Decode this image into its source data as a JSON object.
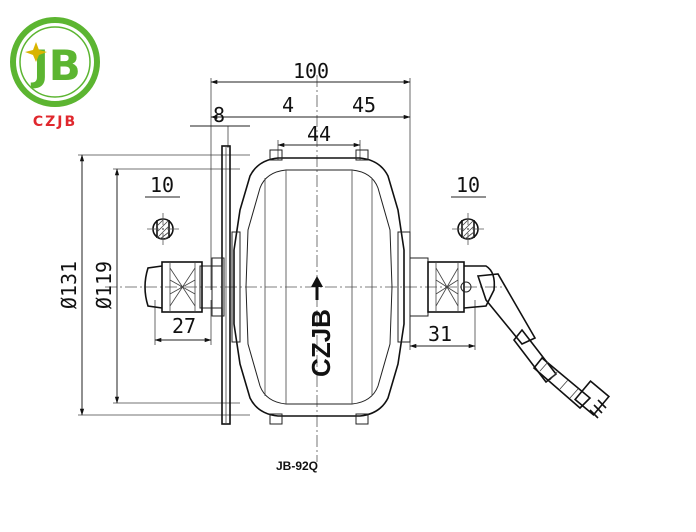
{
  "brand": {
    "name": "CZJB",
    "logo_letters": "JB",
    "color_green": "#5cb531",
    "color_red": "#e0282e"
  },
  "drawing": {
    "model": "JB-92Q",
    "stamp": "CZJB",
    "dimensions": {
      "overall_width": "100",
      "offset_left": "4",
      "offset_right": "45",
      "hub_width": "44",
      "flange": "8",
      "axle_flat_left": "10",
      "axle_flat_right": "10",
      "diameter_outer": "Ø131",
      "diameter_inner": "Ø119",
      "axle_left": "27",
      "axle_right": "31"
    }
  }
}
